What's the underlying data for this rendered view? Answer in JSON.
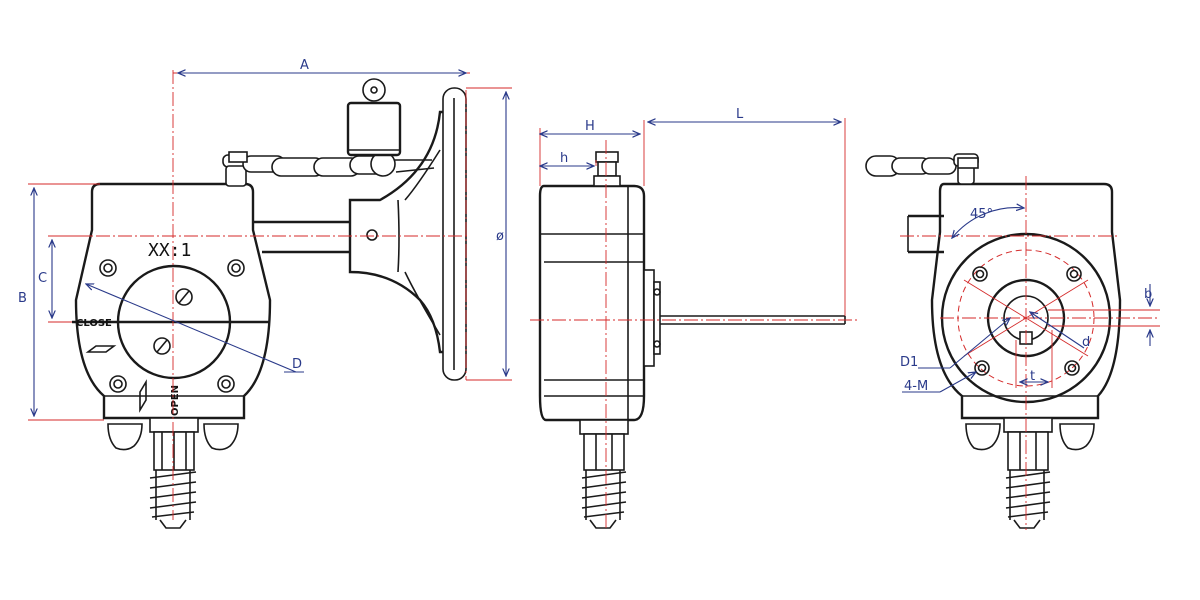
{
  "labels": {
    "ratio": "XX:1",
    "close": "CLOSE",
    "open": "OPEN"
  },
  "dimensions": {
    "A": "A",
    "B": "B",
    "C": "C",
    "D": "D",
    "phi": "ø",
    "H": "H",
    "h": "h",
    "L": "L",
    "angle": "45°",
    "b": "b",
    "d": "d",
    "D1": "D1",
    "M": "4-M",
    "t": "t"
  },
  "colors": {
    "outline": "#1a1a1a",
    "centerline": "#d42a2a",
    "dimension": "#2a3a8a"
  }
}
